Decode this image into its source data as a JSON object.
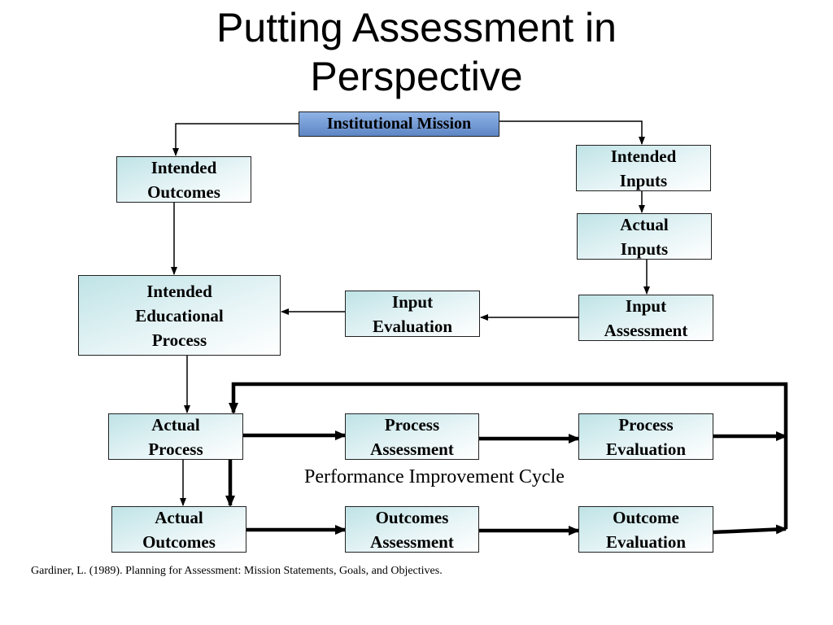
{
  "slide": {
    "title": "Putting Assessment in\nPerspective",
    "cycle_label": "Performance Improvement Cycle",
    "citation": "Gardiner, L. (1989).  Planning for Assessment:  Mission Statements,  Goals, and Objectives."
  },
  "nodes": {
    "institutional_mission": "Institutional Mission",
    "intended_outcomes": "Intended\nOutcomes",
    "intended_inputs": "Intended\nInputs",
    "actual_inputs": "Actual\nInputs",
    "intended_educational_process": "Intended\nEducational\nProcess",
    "input_evaluation": "Input\nEvaluation",
    "input_assessment": "Input\nAssessment",
    "actual_process": "Actual\nProcess",
    "process_assessment": "Process\nAssessment",
    "process_evaluation": "Process\nEvaluation",
    "actual_outcomes": "Actual\nOutcomes",
    "outcomes_assessment": "Outcomes\nAssessment",
    "outcome_evaluation": "Outcome\nEvaluation"
  },
  "colors": {
    "box_fill": "#bfe3e6",
    "mission_fill": "#5d86c5",
    "line": "#000000"
  }
}
